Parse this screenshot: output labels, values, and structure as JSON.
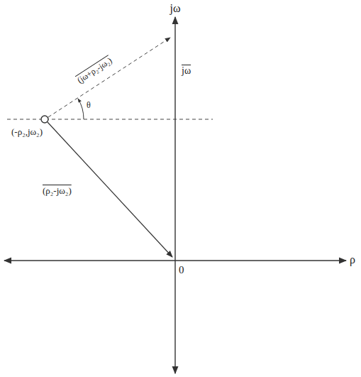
{
  "diagram": {
    "labels": [
      "jω",
      "ρ",
      "0",
      "(-ρ₂,jω₂)",
      "jω",
      "(jω+ρ₂-jω₂)",
      "θ",
      "(ρ₂-jω₂)"
    ]
  }
}
